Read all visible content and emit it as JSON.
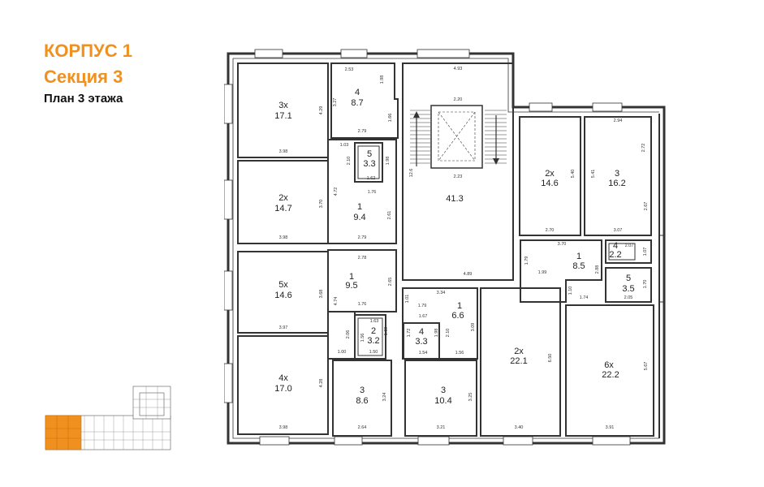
{
  "header": {
    "building": "КОРПУС 1",
    "section": "Секция 3",
    "floor_plan": "План 3 этажа"
  },
  "colors": {
    "accent": "#f0901e",
    "wall": "#333333",
    "section_highlight": "#f0901e"
  },
  "rooms": [
    {
      "name": "3х",
      "area": "17.1"
    },
    {
      "name": "4",
      "area": "8.7"
    },
    {
      "name": "5",
      "area": "3.3"
    },
    {
      "name": "2х",
      "area": "14.7"
    },
    {
      "name": "1",
      "area": "9.4"
    },
    {
      "name": "",
      "area": "41.3"
    },
    {
      "name": "2х",
      "area": "14.6"
    },
    {
      "name": "3",
      "area": "16.2"
    },
    {
      "name": "5х",
      "area": "14.6"
    },
    {
      "name": "1",
      "area": "9.5"
    },
    {
      "name": "1",
      "area": "8.5"
    },
    {
      "name": "4",
      "area": "2.2"
    },
    {
      "name": "5",
      "area": "3.5"
    },
    {
      "name": "1",
      "area": "6.6"
    },
    {
      "name": "2",
      "area": "3.2"
    },
    {
      "name": "4",
      "area": "3.3"
    },
    {
      "name": "2х",
      "area": "22.1"
    },
    {
      "name": "6х",
      "area": "22.2"
    },
    {
      "name": "4х",
      "area": "17.0"
    },
    {
      "name": "3",
      "area": "8.6"
    },
    {
      "name": "3",
      "area": "10.4"
    }
  ],
  "dimensions": [
    "3.98",
    "4.29",
    "2.53",
    "1.98",
    "2.79",
    "1.66",
    "3.27",
    "1.03",
    "2.10",
    "1.98",
    "1.62",
    "3.70",
    "4.72",
    "1.76",
    "2.61",
    "3.98",
    "2.79",
    "4.93",
    "2.20",
    "12.6",
    "2.23",
    "5.40",
    "2.70",
    "2.94",
    "2.72",
    "5.41",
    "2.67",
    "3.07",
    "3.70",
    "1.79",
    "1.99",
    "2.88",
    "1.10",
    "1.74",
    "2.07",
    "1.07",
    "1.70",
    "2.05",
    "2.78",
    "2.65",
    "3.68",
    "4.74",
    "1.76",
    "3.97",
    "2.06",
    "1.00",
    "1.63",
    "1.56",
    "1.69",
    "1.50",
    "3.34",
    "4.89",
    "1.79",
    "1.01",
    "1.67",
    "1.72",
    "1.98",
    "2.10",
    "3.09",
    "1.54",
    "1.56",
    "6.50",
    "3.40",
    "5.67",
    "3.91",
    "4.28",
    "3.98",
    "3.24",
    "2.64",
    "3.25",
    "3.21"
  ]
}
